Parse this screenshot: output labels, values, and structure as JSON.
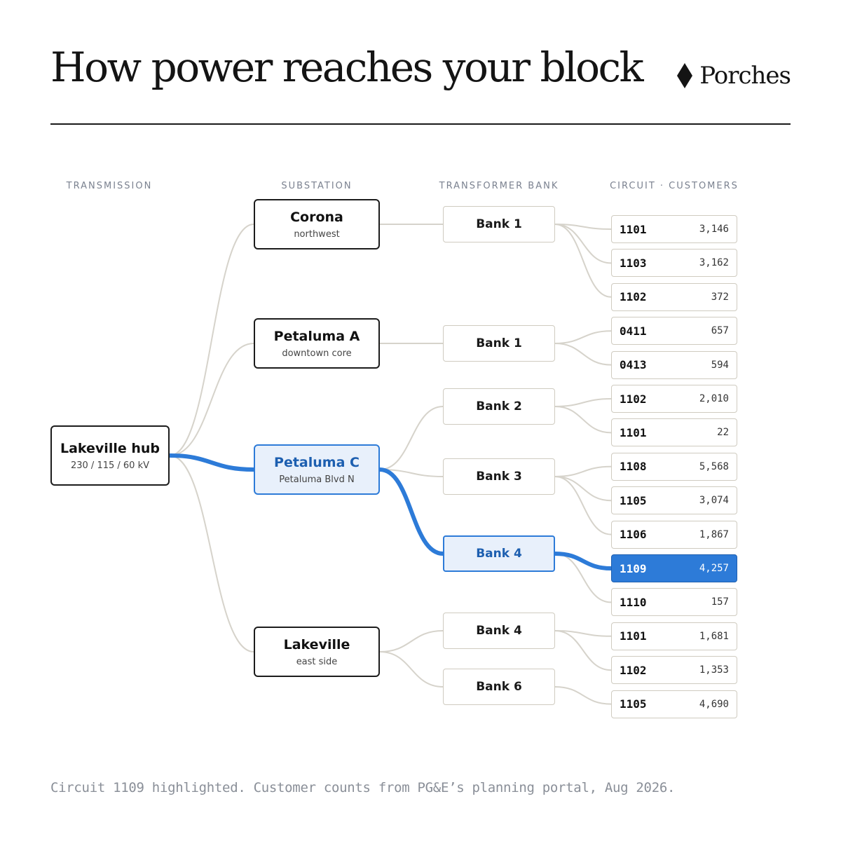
{
  "title": "How power reaches your block",
  "brand": {
    "name": "Porches",
    "icon": "diamond-icon"
  },
  "columns": {
    "transmission": "TRANSMISSION",
    "substation": "SUBSTATION",
    "bank": "TRANSFORMER BANK",
    "circuit": "CIRCUIT · CUSTOMERS"
  },
  "hub": {
    "name": "Lakeville hub",
    "sub": "230 / 115 / 60 kV"
  },
  "substations": [
    {
      "name": "Corona",
      "sub": "northwest",
      "highlighted": false
    },
    {
      "name": "Petaluma A",
      "sub": "downtown core",
      "highlighted": false
    },
    {
      "name": "Petaluma C",
      "sub": "Petaluma Blvd N",
      "highlighted": true
    },
    {
      "name": "Lakeville",
      "sub": "east side",
      "highlighted": false
    }
  ],
  "banks": [
    {
      "name": "Bank 1",
      "substation": 0,
      "highlighted": false
    },
    {
      "name": "Bank 1",
      "substation": 1,
      "highlighted": false
    },
    {
      "name": "Bank 2",
      "substation": 2,
      "highlighted": false
    },
    {
      "name": "Bank 3",
      "substation": 2,
      "highlighted": false
    },
    {
      "name": "Bank 4",
      "substation": 2,
      "highlighted": true
    },
    {
      "name": "Bank 4",
      "substation": 3,
      "highlighted": false
    },
    {
      "name": "Bank 6",
      "substation": 3,
      "highlighted": false
    }
  ],
  "circuits": [
    {
      "id": "1101",
      "customers": "3,146",
      "bank": 0,
      "highlighted": false
    },
    {
      "id": "1103",
      "customers": "3,162",
      "bank": 0,
      "highlighted": false
    },
    {
      "id": "1102",
      "customers": "372",
      "bank": 0,
      "highlighted": false
    },
    {
      "id": "0411",
      "customers": "657",
      "bank": 1,
      "highlighted": false
    },
    {
      "id": "0413",
      "customers": "594",
      "bank": 1,
      "highlighted": false
    },
    {
      "id": "1102",
      "customers": "2,010",
      "bank": 2,
      "highlighted": false
    },
    {
      "id": "1101",
      "customers": "22",
      "bank": 2,
      "highlighted": false
    },
    {
      "id": "1108",
      "customers": "5,568",
      "bank": 3,
      "highlighted": false
    },
    {
      "id": "1105",
      "customers": "3,074",
      "bank": 3,
      "highlighted": false
    },
    {
      "id": "1106",
      "customers": "1,867",
      "bank": 3,
      "highlighted": false
    },
    {
      "id": "1109",
      "customers": "4,257",
      "bank": 4,
      "highlighted": true
    },
    {
      "id": "1110",
      "customers": "157",
      "bank": 4,
      "highlighted": false
    },
    {
      "id": "1101",
      "customers": "1,681",
      "bank": 5,
      "highlighted": false
    },
    {
      "id": "1102",
      "customers": "1,353",
      "bank": 5,
      "highlighted": false
    },
    {
      "id": "1105",
      "customers": "4,690",
      "bank": 6,
      "highlighted": false
    }
  ],
  "colors": {
    "highlight": "#2d7bd8",
    "wire": "#d6d3cb",
    "text": "#111111"
  },
  "footer": "Circuit 1109 highlighted. Customer counts from PG&E’s planning portal, Aug 2026."
}
